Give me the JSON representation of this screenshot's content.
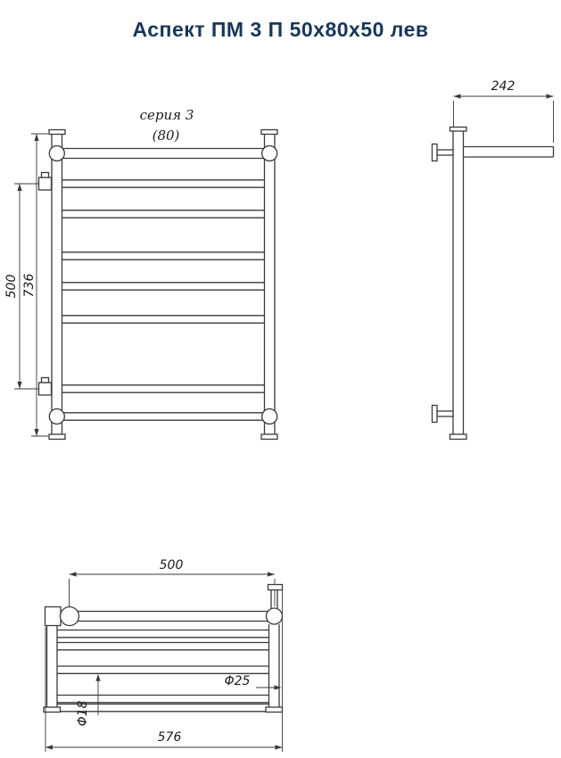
{
  "title": "Аспект ПМ 3 П 50x80х50 лев",
  "colors": {
    "line": "#3a3a3a",
    "title_navy": "#17365d"
  },
  "views": {
    "front": {
      "series_note": "серия 3",
      "width_note": "(80)",
      "connection_spacing": "500",
      "overall_height": "736"
    },
    "side": {
      "depth": "242"
    },
    "plan": {
      "axle_width": "500",
      "overall_width": "576",
      "collar_diameter": "Φ25",
      "rung_diameter": "Φ18"
    }
  }
}
